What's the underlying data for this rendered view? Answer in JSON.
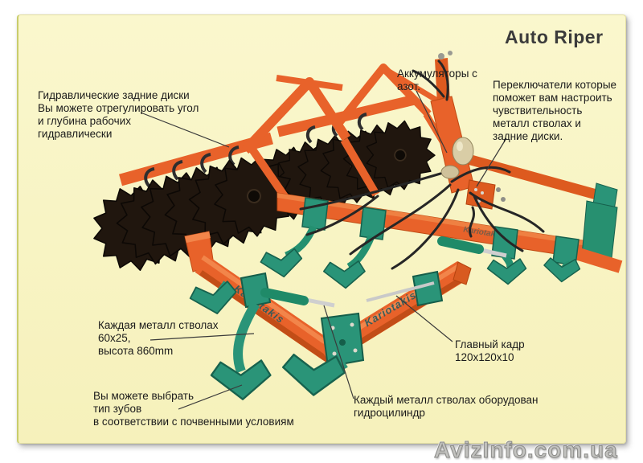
{
  "title": "Auto Riper",
  "watermark": "AvizInfo.com.ua",
  "brand_text": "Kariotakis",
  "colors": {
    "card_bg": "#f8f4c3",
    "machine_orange": "#e8622a",
    "machine_orange_dark": "#c24d17",
    "machine_teal": "#2a9478",
    "machine_teal_dark": "#17624e",
    "disc_black": "#20160e",
    "hose_black": "#262626",
    "accumulator_cream": "#d9cda6",
    "title_color": "#3b3b3b",
    "label_color": "#1b1b1b",
    "watermark_gray": "#c2c2bf"
  },
  "annotations": [
    {
      "id": "rear-discs",
      "lines": [
        "Гидравлические задние диски",
        "Вы можете отрегулировать угол",
        "и глубина рабочих",
        "гидравлически"
      ]
    },
    {
      "id": "accumulators",
      "lines": [
        "Аккумуляторы с",
        "азот."
      ]
    },
    {
      "id": "switches",
      "lines": [
        "Переключатели которые",
        "поможет вам настроить",
        "чувствительность",
        "металл стволах и",
        "задние диски."
      ]
    },
    {
      "id": "stems",
      "lines": [
        "Каждая металл стволах",
        "60х25,",
        "высота 860mm"
      ]
    },
    {
      "id": "teeth",
      "lines": [
        "Вы можете выбрать",
        "тип зубов",
        "в соответствии с почвенными условиям"
      ]
    },
    {
      "id": "cylinder",
      "lines": [
        "Каждый металл стволах оборудован",
        "гидроцилиндр"
      ]
    },
    {
      "id": "frame",
      "lines": [
        "Главный кадр",
        "120х120х10"
      ]
    }
  ]
}
